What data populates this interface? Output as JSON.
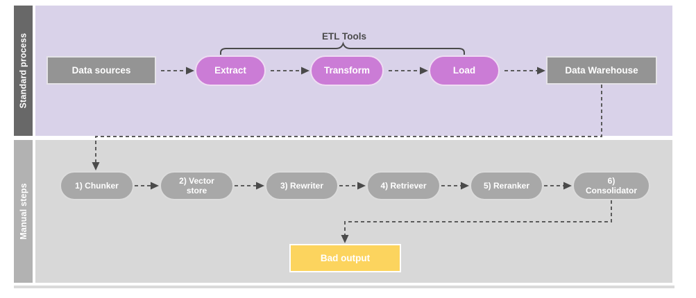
{
  "diagram": {
    "annotation": {
      "etl_tools": "ETL Tools"
    },
    "lanes": {
      "standard": "Standard process",
      "manual": "Manual steps"
    },
    "standard_process": {
      "data_sources": "Data sources",
      "extract": "Extract",
      "transform": "Transform",
      "load": "Load",
      "data_warehouse": "Data Warehouse"
    },
    "manual_steps": {
      "chunker": "1) Chunker",
      "vector_store": [
        "2) Vector",
        "store"
      ],
      "rewriter": "3) Rewriter",
      "retriever": "4) Retriever",
      "reranker": "5) Reranker",
      "consolidator": [
        "6)",
        "Consolidator"
      ],
      "bad_output": "Bad output"
    },
    "colors": {
      "standard_lane_bg": "#d9d2e9",
      "manual_lane_bg": "#d8d8d8",
      "standard_label_bg": "#686868",
      "manual_label_bg": "#b2b2b2",
      "etl_pill": "#cb7cd6",
      "gray_node": "#949494",
      "manual_pill": "#a8a8a8",
      "bad_output_fill": "#fcd45e",
      "connector": "#5a5a5a"
    }
  }
}
